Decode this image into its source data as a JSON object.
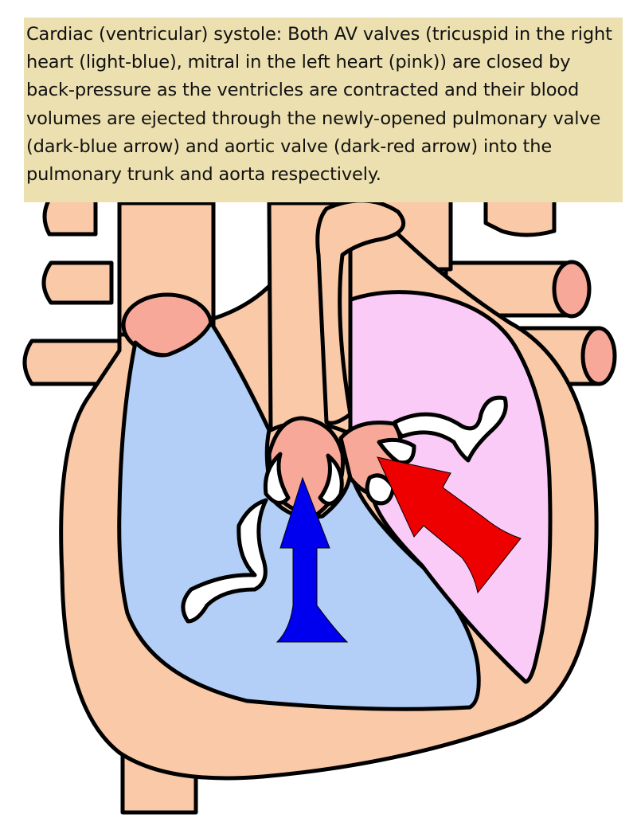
{
  "caption": {
    "text": "Cardiac (ventricular) systole: Both AV valves (tricuspid in the right heart (light-blue), mitral in the left heart (pink)) are closed by back-pressure as the ventricles are contracted and their blood volumes are ejected through the newly-opened pulmonary valve (dark-blue arrow) and aortic valve (dark-red arrow) into the pulmonary trunk and aorta respectively."
  },
  "colors": {
    "caption_background": "#ede0b0",
    "heart_wall": "#f9c9a8",
    "vessel_opening": "#f8a898",
    "right_heart": "#b3cff8",
    "left_heart": "#fbcbf8",
    "pulmonary_arrow": "#0000ee",
    "aortic_arrow": "#ee0000",
    "valve_leaflet": "#ffffff",
    "outline": "#000000"
  },
  "icons": {
    "pulmonary_flow": "up-arrow-blue",
    "aortic_flow": "diagonal-arrow-red"
  }
}
